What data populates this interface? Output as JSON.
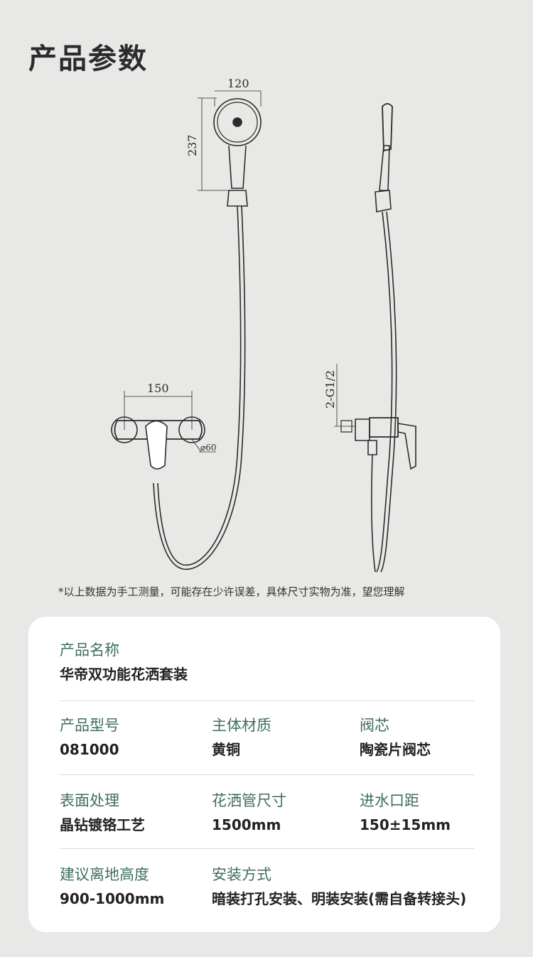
{
  "title": "产品参数",
  "drawing": {
    "width_label": "120",
    "height_label": "237",
    "spacing_label": "150",
    "diameter_label": "⌀60",
    "thread_label": "2-G1/2"
  },
  "note": "*以上数据为手工测量，可能存在少许误差，具体尺寸实物为准，望您理解",
  "specs": {
    "name": {
      "label": "产品名称",
      "value": "华帝双功能花洒套装"
    },
    "model": {
      "label": "产品型号",
      "value": "081000"
    },
    "material": {
      "label": "主体材质",
      "value": "黄铜"
    },
    "valve": {
      "label": "阀芯",
      "value": "陶瓷片阀芯"
    },
    "finish": {
      "label": "表面处理",
      "value": "晶钻镀铬工艺"
    },
    "hose": {
      "label": "花洒管尺寸",
      "value": "1500mm"
    },
    "inlet": {
      "label": "进水口距",
      "value": "150±15mm"
    },
    "height": {
      "label": "建议离地高度",
      "value": "900-1000mm"
    },
    "install": {
      "label": "安装方式",
      "value": "暗装打孔安装、明装安装(需自备转接头)"
    }
  }
}
